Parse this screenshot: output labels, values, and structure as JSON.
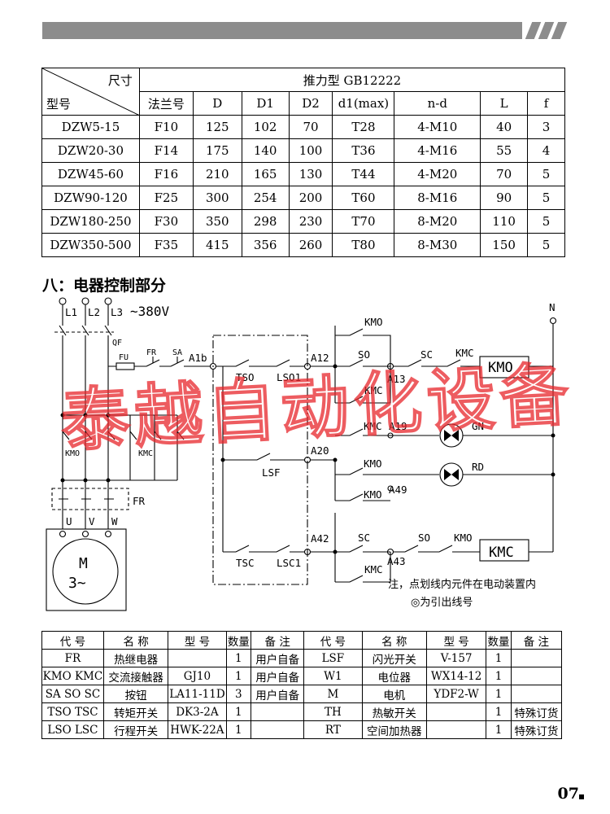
{
  "spec_table": {
    "corner_top": "尺寸",
    "corner_bottom": "型号",
    "group_title": "推力型 GB12222",
    "columns": [
      "法兰号",
      "D",
      "D1",
      "D2",
      "d1(max)",
      "n-d",
      "L",
      "f"
    ],
    "rows": [
      [
        "DZW5-15",
        "F10",
        "125",
        "102",
        "70",
        "T28",
        "4-M10",
        "40",
        "3"
      ],
      [
        "DZW20-30",
        "F14",
        "175",
        "140",
        "100",
        "T36",
        "4-M16",
        "55",
        "4"
      ],
      [
        "DZW45-60",
        "F16",
        "210",
        "165",
        "130",
        "T44",
        "4-M20",
        "70",
        "5"
      ],
      [
        "DZW90-120",
        "F25",
        "300",
        "254",
        "200",
        "T60",
        "8-M16",
        "90",
        "5"
      ],
      [
        "DZW180-250",
        "F30",
        "350",
        "298",
        "230",
        "T70",
        "8-M20",
        "110",
        "5"
      ],
      [
        "DZW350-500",
        "F35",
        "415",
        "356",
        "260",
        "T80",
        "8-M30",
        "150",
        "5"
      ]
    ]
  },
  "section_title": "八：电器控制部分",
  "diagram": {
    "supply_l1": "L1",
    "supply_l2": "L2",
    "supply_l3": "L3",
    "supply_voltage": "~380V",
    "neutral": "N",
    "qf": "QF",
    "fu": "FU",
    "fr_contact": "FR",
    "sa": "SA",
    "a1b": "A1b",
    "tso": "TSO",
    "lso1": "LSO1",
    "a12": "A12",
    "kmo_top": "KMO",
    "so1": "SO",
    "a13": "A13",
    "sc1": "SC",
    "kmc1": "KMC",
    "coil_kmo": "KMO",
    "kmc_lat1": "KMC",
    "kmc_a19": "KMC",
    "a19": "A19",
    "gn": "GN",
    "lsf": "LSF",
    "a20": "A20",
    "kmo_rd": "KMO",
    "rd": "RD",
    "kmo_a49": "KMO",
    "a49": "A49",
    "a42": "A42",
    "sc2": "SC",
    "so2": "SO",
    "kmo2": "KMO",
    "coil_kmc": "KMC",
    "tsc": "TSC",
    "lsc1": "LSC1",
    "kmc_lat2": "KMC",
    "a43": "A43",
    "main_kmo": "KMO",
    "main_kmc": "KMC",
    "fr_relay": "FR",
    "u": "U",
    "v": "V",
    "w": "W",
    "motor_m": "M",
    "motor_3": "3~",
    "note1": "注，点划线内元件在电动装置内",
    "note2": "◎为引出线号"
  },
  "parts_table": {
    "headers": [
      "代 号",
      "名 称",
      "型 号",
      "数量",
      "备 注",
      "代 号",
      "名 称",
      "型 号",
      "数量",
      "备 注"
    ],
    "rows": [
      [
        "FR",
        "热继电器",
        "",
        "1",
        "用户自备",
        "LSF",
        "闪光开关",
        "V-157",
        "1",
        ""
      ],
      [
        "KMO KMC",
        "交流接触器",
        "GJ10",
        "1",
        "用户自备",
        "W1",
        "电位器",
        "WX14-12",
        "1",
        ""
      ],
      [
        "SA SO SC",
        "按钮",
        "LA11-11D",
        "3",
        "用户自备",
        "M",
        "电机",
        "YDF2-W",
        "1",
        ""
      ],
      [
        "TSO TSC",
        "转矩开关",
        "DK3-2A",
        "1",
        "",
        "TH",
        "热敏开关",
        "",
        "1",
        "特殊订货"
      ],
      [
        "LSO LSC",
        "行程开关",
        "HWK-22A",
        "1",
        "",
        "RT",
        "空间加热器",
        "",
        "1",
        "特殊订货"
      ]
    ]
  },
  "watermark": "泰越自动化设备",
  "page_number": "07",
  "colors": {
    "watermark": "#e8262b",
    "bar": "#8c8c8c"
  }
}
